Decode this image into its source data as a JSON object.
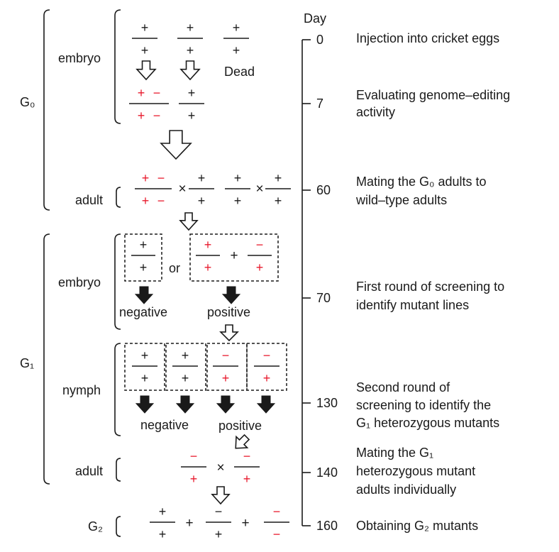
{
  "day_axis": {
    "title": "Day",
    "ticks": [
      "0",
      "7",
      "60",
      "70",
      "130",
      "140",
      "160"
    ]
  },
  "generations": {
    "g0": "G₀",
    "g1": "G₁",
    "g2": "G₂"
  },
  "stages": {
    "g0_embryo": "embryo",
    "g0_adult": "adult",
    "g1_embryo": "embryo",
    "g1_nymph": "nymph",
    "g1_adult": "adult"
  },
  "labels": {
    "dead": "Dead",
    "or": "or",
    "negative": "negative",
    "positive": "positive"
  },
  "symbols": {
    "plus": "+",
    "minus": "−",
    "times": "×"
  },
  "colors": {
    "wild_type_allele": "#1a1a1a",
    "mutant_allele": "#e8192c"
  },
  "descriptions": {
    "day0": [
      "Injection into cricket eggs"
    ],
    "day7": [
      "Evaluating genome–editing",
      "activity"
    ],
    "day60": [
      "Mating the G₀ adults to",
      "wild–type adults"
    ],
    "day70": [
      "First round of screening to",
      "identify mutant lines"
    ],
    "day130": [
      "Second round of",
      "screening to identify the",
      "G₁ heterozygous mutants"
    ],
    "day140": [
      "Mating the G₁",
      "heterozygous mutant",
      "adults individually"
    ],
    "day160": [
      "Obtaining G₂ mutants"
    ]
  }
}
